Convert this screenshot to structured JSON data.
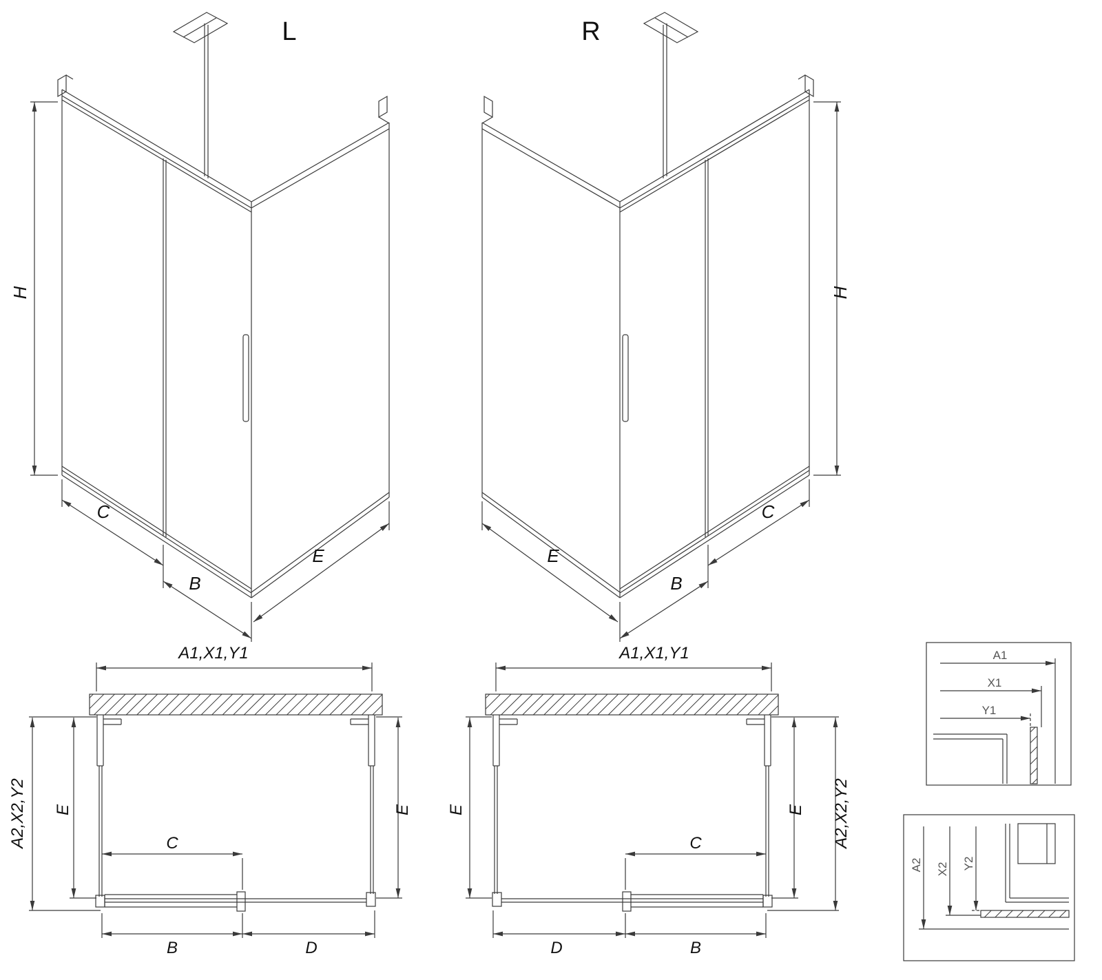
{
  "iso_views": {
    "left": {
      "variant": "L",
      "dims": {
        "height": "H",
        "fixed_panel": "C",
        "door": "B",
        "side_panel": "E"
      }
    },
    "right": {
      "variant": "R",
      "dims": {
        "height": "H",
        "fixed_panel": "C",
        "door": "B",
        "side_panel": "E"
      }
    }
  },
  "plan_views": {
    "left": {
      "total_width": "A1,X1,Y1",
      "total_depth": "A2,X2,Y2",
      "depth_left": "E",
      "depth_right": "E",
      "door_opening": "C",
      "door_panel": "B",
      "fixed_panel": "D"
    },
    "right": {
      "total_width": "A1,X1,Y1",
      "total_depth": "A2,X2,Y2",
      "depth_left": "E",
      "depth_right": "E",
      "door_opening": "C",
      "door_panel": "B",
      "fixed_panel": "D"
    }
  },
  "detail_views": {
    "top": {
      "labels": [
        "A1",
        "X1",
        "Y1"
      ]
    },
    "bottom": {
      "labels": [
        "A2",
        "X2",
        "Y2"
      ]
    }
  },
  "colors": {
    "line": "#3a3a3a",
    "text": "#111111",
    "detail_text": "#555555",
    "background": "#ffffff"
  }
}
